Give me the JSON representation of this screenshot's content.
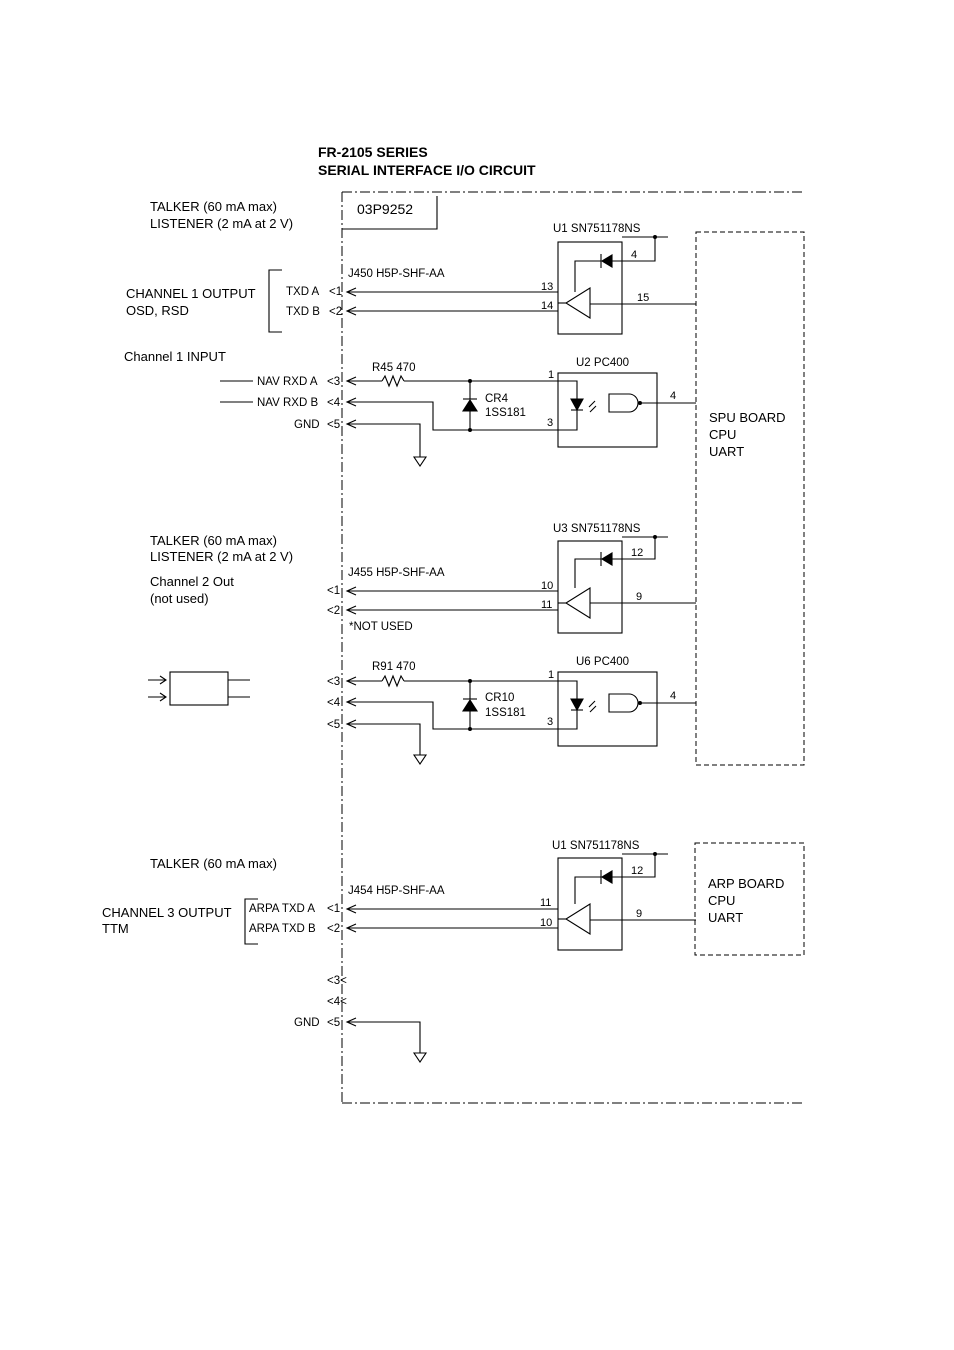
{
  "title": {
    "line1": "FR-2105 SERIES",
    "line2": "SERIAL INTERFACE I/O CIRCUIT"
  },
  "board_id": "03P9252",
  "section1": {
    "talker": "TALKER (60 mA max)",
    "listener": "LISTENER (2 mA at 2 V)",
    "channel_label": "CHANNEL 1 OUTPUT",
    "channel_sub": "OSD, RSD",
    "connector": "J450   H5P-SHF-AA",
    "txd_a": "TXD A",
    "txd_b": "TXD B",
    "driver": "U1  SN751178NS",
    "driver_pins": [
      "4",
      "13",
      "14",
      "15"
    ]
  },
  "section2": {
    "channel_label": "Channel 1 INPUT",
    "nav_a": "NAV RXD A",
    "nav_b": "NAV RXD B",
    "gnd": "GND",
    "resistor": "R45  470",
    "diode": "CR4",
    "diode_part": "1SS181",
    "coupler": "U2  PC400",
    "coupler_pins": [
      "1",
      "3",
      "4"
    ]
  },
  "spu": {
    "line1": "SPU BOARD",
    "line2": "CPU",
    "line3": "UART"
  },
  "section3": {
    "talker": "TALKER (60 mA max)",
    "listener": "LISTENER (2 mA at 2 V)",
    "channel_label": "Channel 2 Out",
    "channel_sub": "(not used)",
    "connector": "J455   H5P-SHF-AA",
    "not_used": "*NOT USED",
    "driver": "U3  SN751178NS",
    "driver_pins": [
      "12",
      "10",
      "11",
      "9"
    ]
  },
  "section4": {
    "resistor": "R91  470",
    "diode": "CR10",
    "diode_part": "1SS181",
    "coupler": "U6  PC400",
    "coupler_pins": [
      "1",
      "3",
      "4"
    ]
  },
  "section5": {
    "talker": "TALKER (60 mA max)",
    "channel_label": "CHANNEL 3 OUTPUT",
    "channel_sub": "TTM",
    "connector": "J454   H5P-SHF-AA",
    "txd_a": "ARPA TXD A",
    "txd_b": "ARPA TXD B",
    "gnd": "GND",
    "driver": "U1  SN751178NS",
    "driver_pins": [
      "12",
      "11",
      "10",
      "9"
    ]
  },
  "arp": {
    "line1": "ARP BOARD",
    "line2": "CPU",
    "line3": "UART"
  },
  "pin_labels": [
    "<1",
    "<2",
    "<3",
    "<4",
    "<5",
    "<3<",
    "<4<"
  ]
}
